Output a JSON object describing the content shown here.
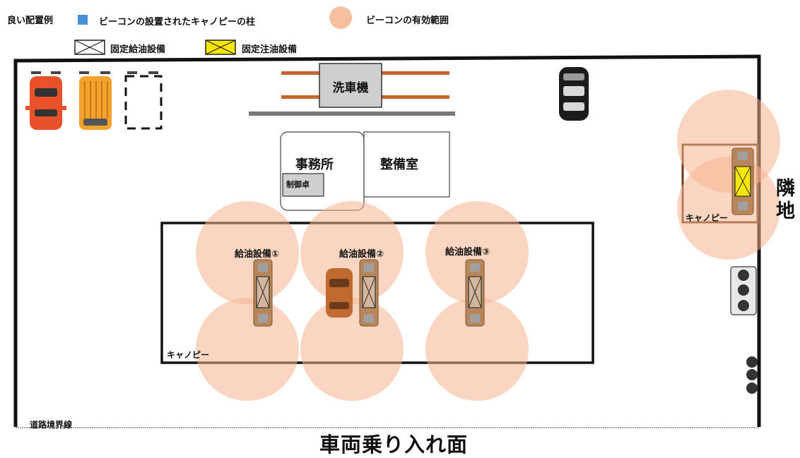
{
  "legend": {
    "title": "良い配置例",
    "pillar_label": "ビーコンの設置されたキャノピーの柱",
    "range_label": "ビーコンの有効範囲",
    "fixed_fuel_label": "固定給油設備",
    "fixed_inject_label": "固定注油設備"
  },
  "colors": {
    "beacon_range": "#f5b48f",
    "pillar": "#4a90d9",
    "inject": "#f7e600",
    "rail": "#c8632a",
    "pump_body": "#b8865a"
  },
  "buildings": {
    "car_wash": "洗車機",
    "office": "事務所",
    "control_desk": "制御卓",
    "maintenance_room": "整備室"
  },
  "pumps": [
    {
      "label": "給油設備①"
    },
    {
      "label": "給油設備②"
    },
    {
      "label": "給油設備③"
    }
  ],
  "canopy_main": "キャノピー",
  "canopy_side": "キャノピー",
  "neighbor": "隣\n地",
  "road_boundary": "道路境界線",
  "entrance": "車両乗り入れ面"
}
